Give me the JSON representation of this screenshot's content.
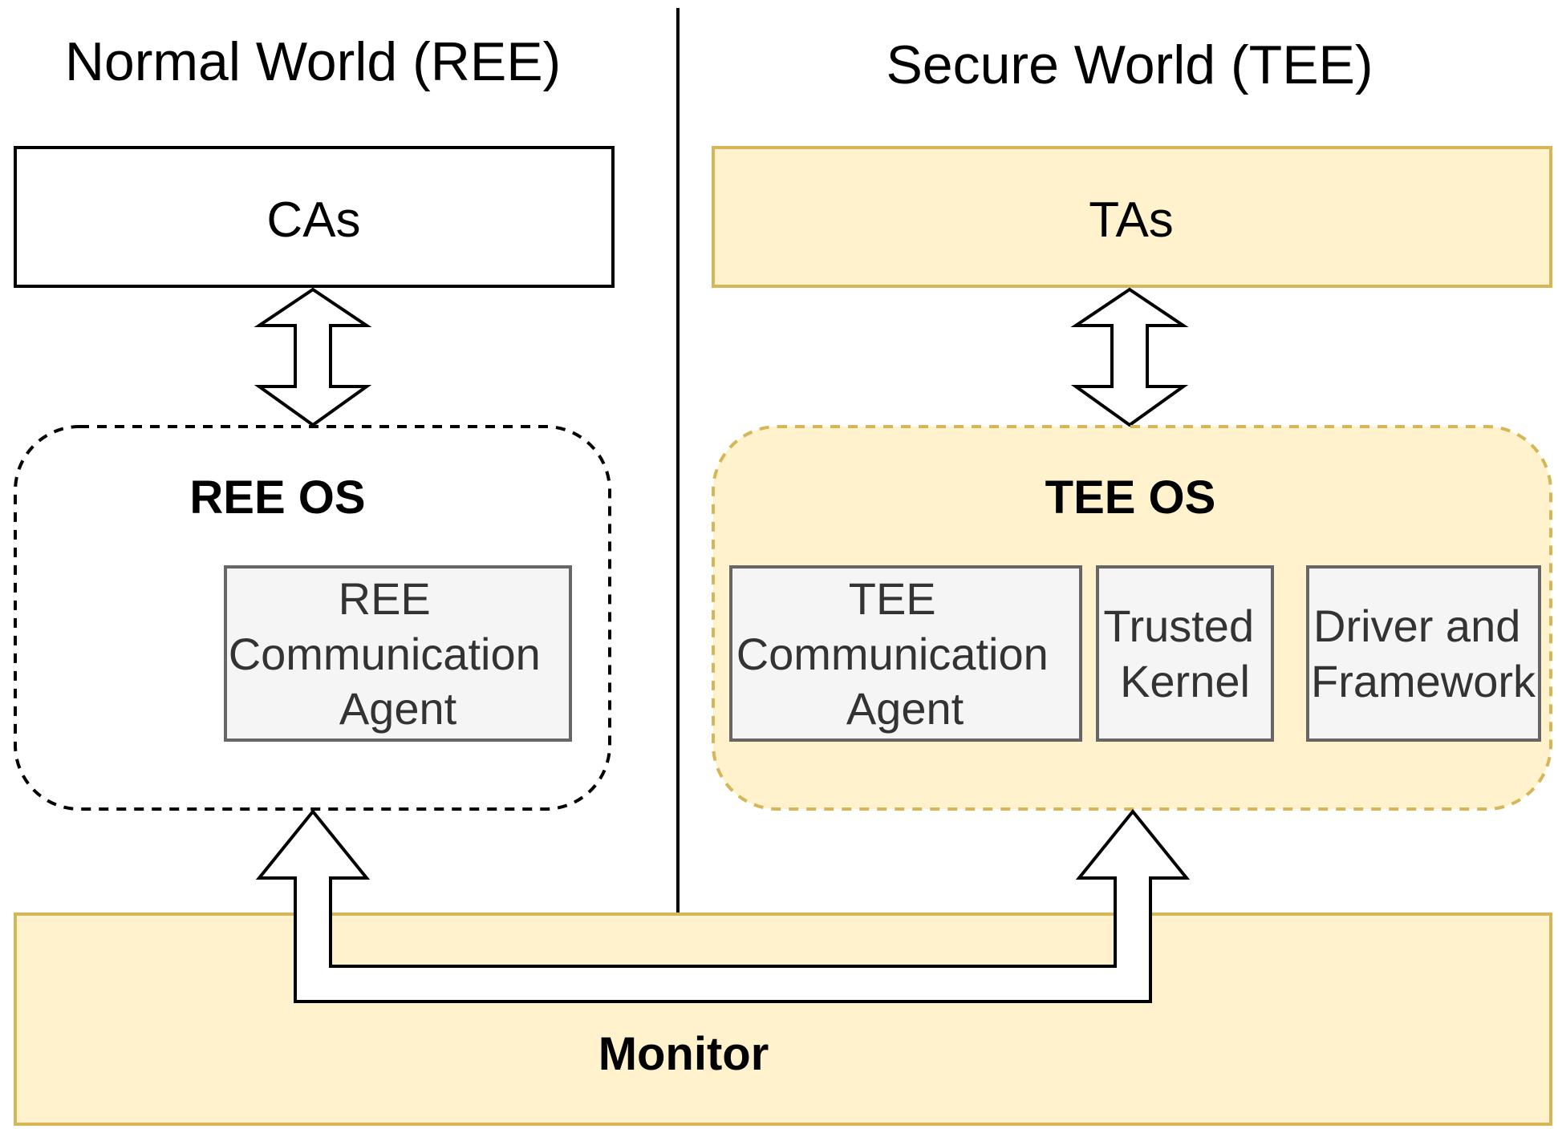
{
  "normal_world": {
    "title": "Normal World (REE)",
    "apps_label": "CAs",
    "os_label": "REE OS",
    "comm_agent": [
      "REE",
      "Communication",
      "Agent"
    ]
  },
  "secure_world": {
    "title": "Secure World (TEE)",
    "apps_label": "TAs",
    "os_label": "TEE OS",
    "comm_agent": [
      "TEE",
      "Communication",
      "Agent"
    ],
    "trusted_kernel": [
      "Trusted",
      "Kernel"
    ],
    "driver_framework": [
      "Driver and",
      "Framework"
    ]
  },
  "monitor_label": "Monitor",
  "colors": {
    "secure_fill": "#fff2cc",
    "secure_stroke": "#d6b656",
    "component_fill": "#f5f5f5",
    "component_stroke": "#666666",
    "line": "#000000"
  }
}
